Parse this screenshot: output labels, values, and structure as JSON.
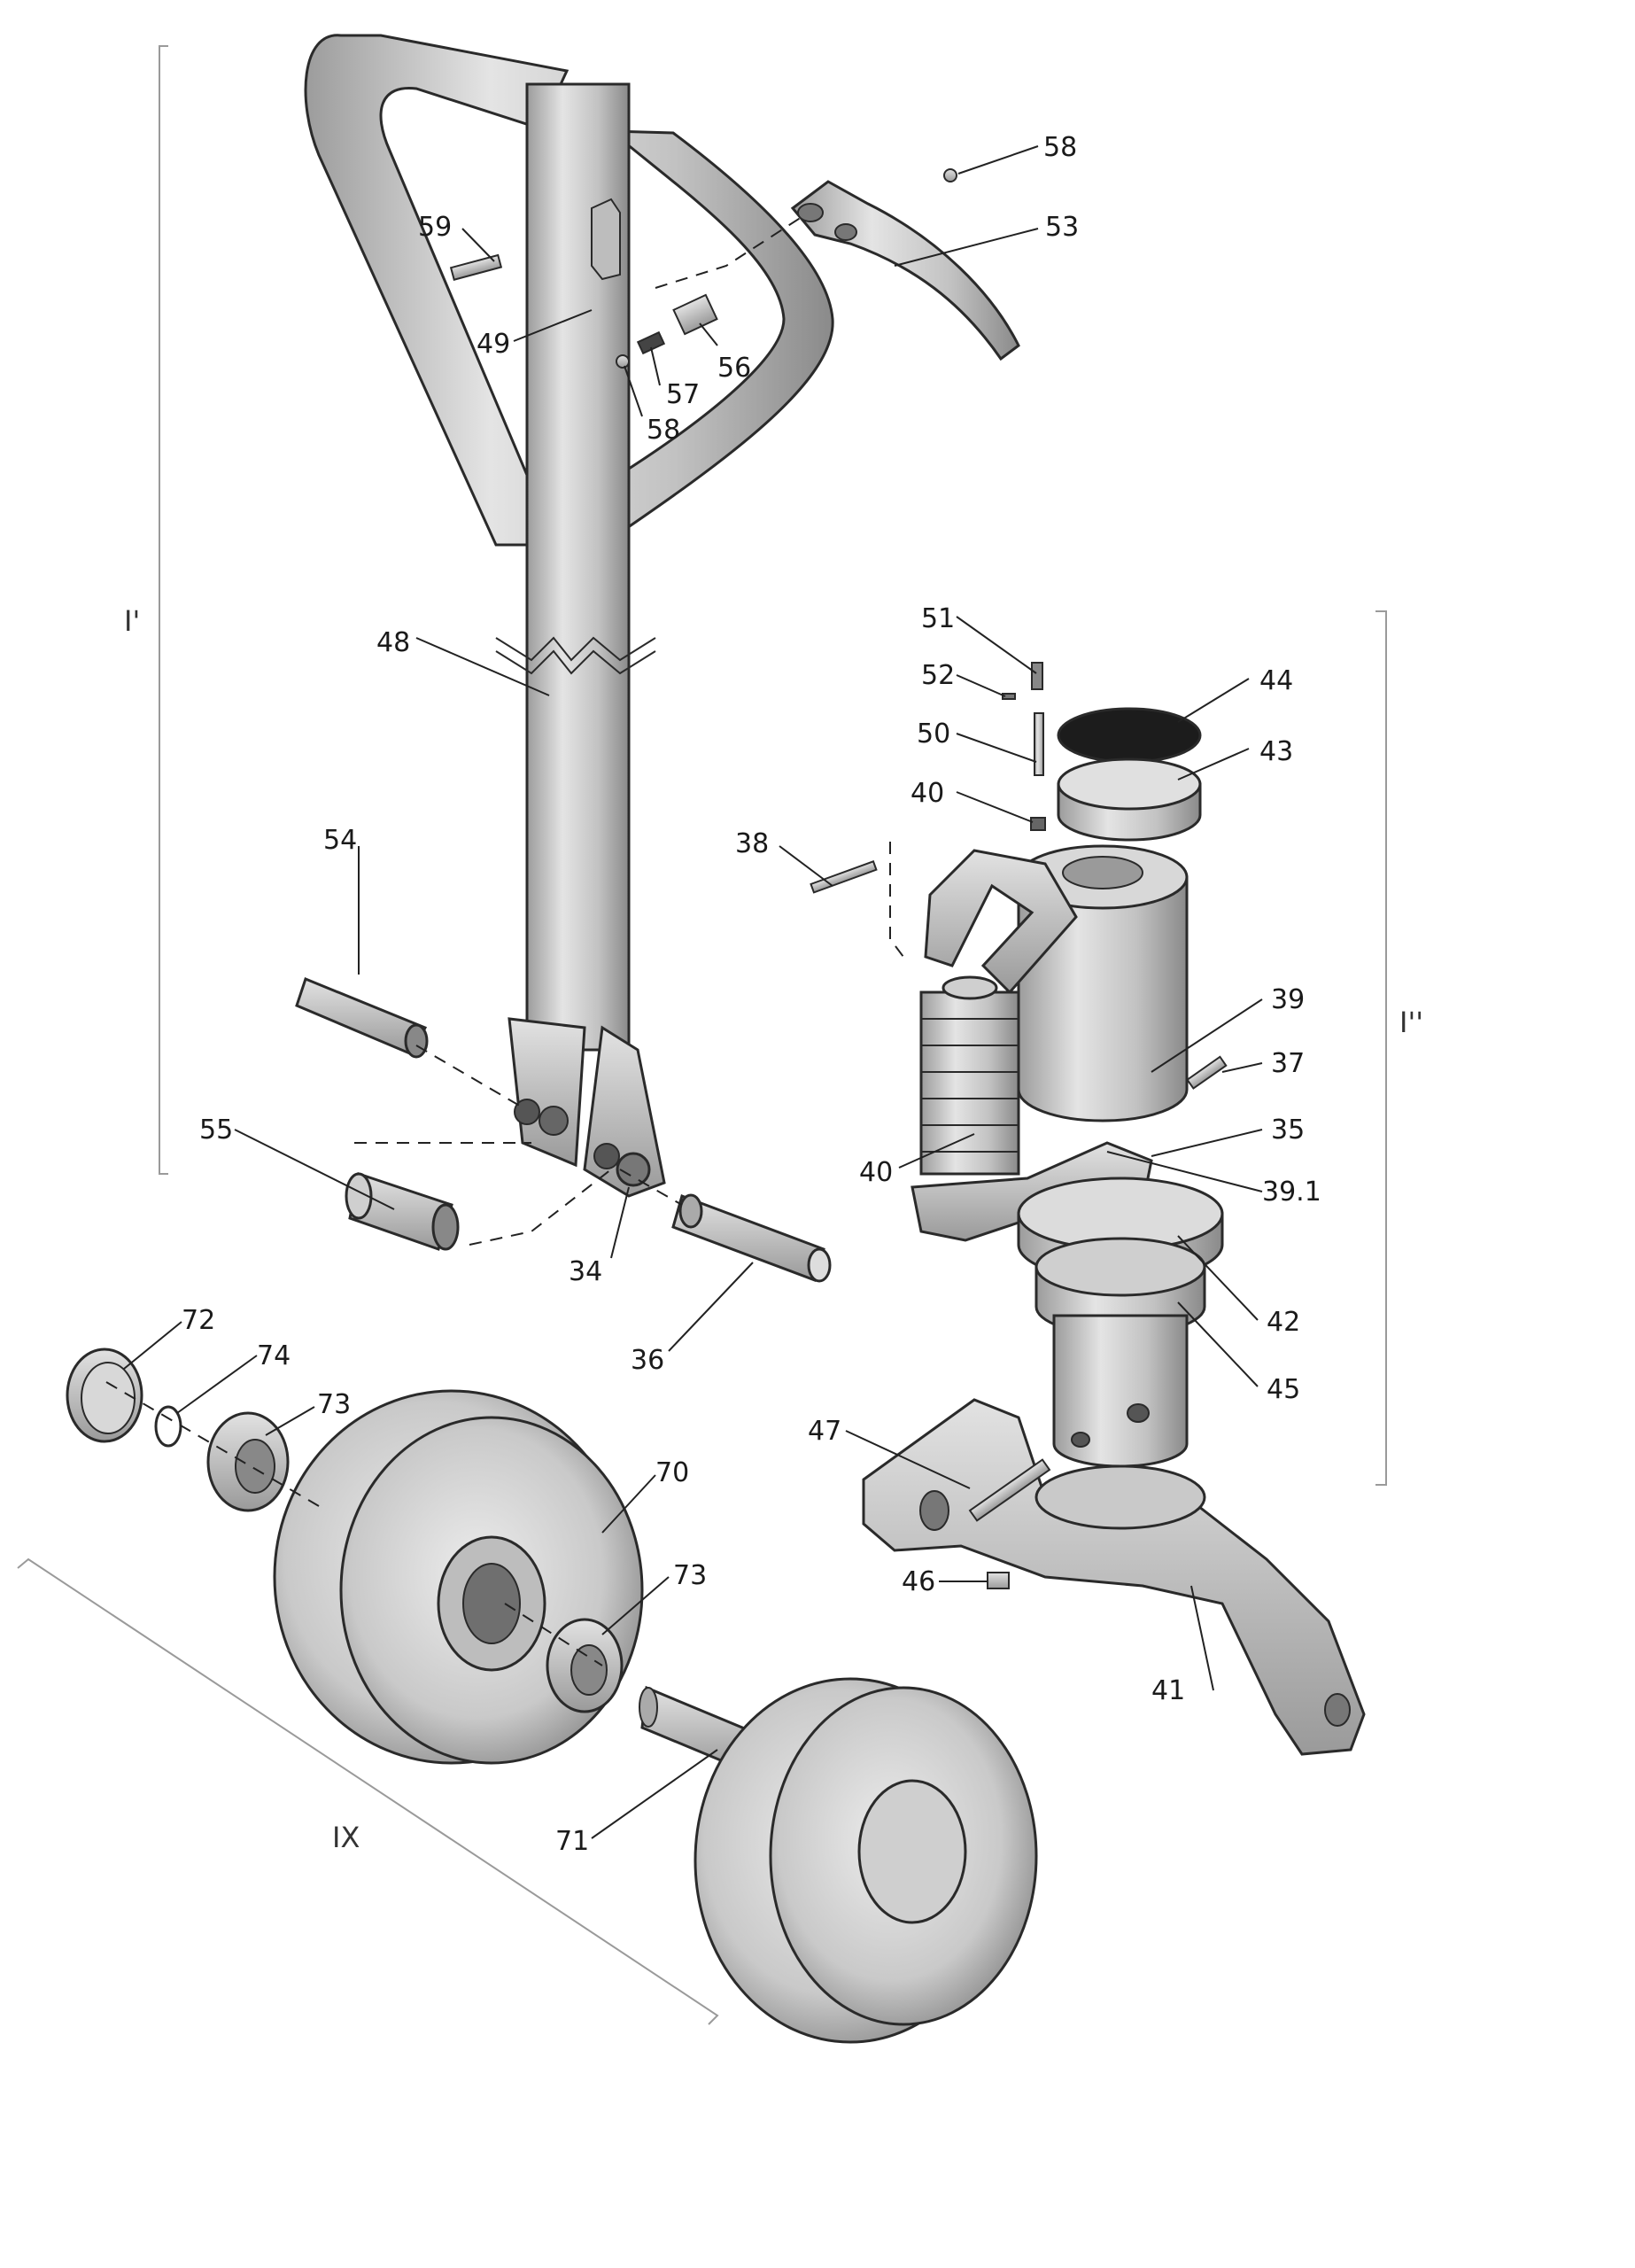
{
  "groups": {
    "handle_assembly": "I'",
    "pump_assembly": "I''",
    "wheel_assembly": "IX"
  },
  "callouts": {
    "c34": "34",
    "c35": "35",
    "c36": "36",
    "c37": "37",
    "c38": "38",
    "c39": "39",
    "c39_1": "39.1",
    "c40a": "40",
    "c40b": "40",
    "c41": "41",
    "c42": "42",
    "c43": "43",
    "c44": "44",
    "c45": "45",
    "c46": "46",
    "c47": "47",
    "c48": "48",
    "c49": "49",
    "c50": "50",
    "c51": "51",
    "c52": "52",
    "c53": "53",
    "c54": "54",
    "c55": "55",
    "c56": "56",
    "c57": "57",
    "c58a": "58",
    "c58b": "58",
    "c59": "59",
    "c70": "70",
    "c71": "71",
    "c72": "72",
    "c73a": "73",
    "c73b": "73",
    "c74": "74"
  }
}
